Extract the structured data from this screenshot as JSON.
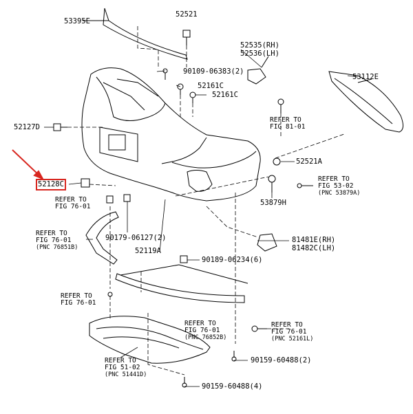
{
  "highlight_color": "#d8261f",
  "labels": {
    "p53395E": "53395E",
    "p52521_top": "52521",
    "p52535": "52535(RH)",
    "p52536": "52536(LH)",
    "p90109": "90109-06383(2)",
    "p53112E": "53112E",
    "p52161C_a": "52161C",
    "p52161C_b": "52161C",
    "p52127D": "52127D",
    "p52521A": "52521A",
    "p52128C": "52128C",
    "p53879H": "53879H",
    "p90179": "90179-06127(2)",
    "p52119A": "52119A",
    "p81481E": "81481E(RH)",
    "p81482C": "81482C(LH)",
    "p90189": "90189-06234(6)",
    "p90159_a": "90159-60488(2)",
    "p90159_b": "90159-60488(4)"
  },
  "refs": {
    "r1": {
      "l1": "REFER TO",
      "l2": "FIG 81-01"
    },
    "r2": {
      "l1": "REFER TO",
      "l2": "FIG 53-02",
      "pnc": "(PNC 53879A)"
    },
    "r3": {
      "l1": "REFER TO",
      "l2": "FIG 76-01"
    },
    "r4": {
      "l1": "REFER TO",
      "l2": "FIG 76-01",
      "pnc": "(PNC 76851B)"
    },
    "r5": {
      "l1": "REFER TO",
      "l2": "FIG 76-01"
    },
    "r6": {
      "l1": "REFER TO",
      "l2": "FIG 76-01",
      "pnc": "(PNC 76852B)"
    },
    "r7": {
      "l1": "REFER TO",
      "l2": "FIG 76-01",
      "pnc": "(PNC 52161L)"
    },
    "r8": {
      "l1": "REFER TO",
      "l2": "FIG 51-02",
      "pnc": "(PNC 51441D)"
    }
  }
}
